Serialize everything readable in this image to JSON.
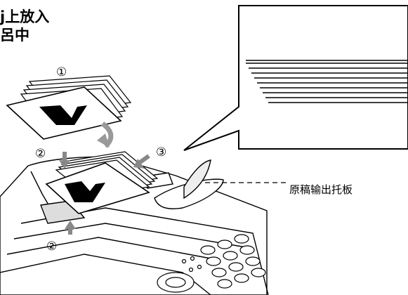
{
  "heading": {
    "line1": "j上放入",
    "line2": "呂中"
  },
  "callout": {
    "label": "原稿输出托板"
  },
  "steps": {
    "one": "①",
    "two_top": "②",
    "two_bottom": "②",
    "three": "③"
  },
  "document_glyph": "└┘"
}
